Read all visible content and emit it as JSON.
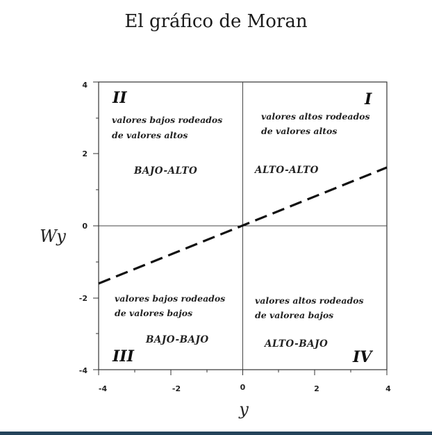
{
  "title": "El gráfico de Moran",
  "axes": {
    "x_label": "y",
    "y_label": "Wy",
    "x_ticks": [
      "-4",
      "-2",
      "0",
      "2",
      "4"
    ],
    "y_ticks": [
      "4",
      "2",
      "0",
      "-2",
      "-4"
    ]
  },
  "quadrants": {
    "q1": {
      "numeral": "I",
      "description_line1": "valores altos rodeados",
      "description_line2": "de valores altos",
      "label": "ALTO-ALTO"
    },
    "q2": {
      "numeral": "II",
      "description_line1": "valores bajos rodeados",
      "description_line2": "de valores altos",
      "label": "BAJO-ALTO"
    },
    "q3": {
      "numeral": "III",
      "description_line1": "valores bajos rodeados",
      "description_line2": "de valores bajos",
      "label": "BAJO-BAJO"
    },
    "q4": {
      "numeral": "IV",
      "description_line1": "valores altos rodeados",
      "description_line2": "de valorea bajos",
      "label": "ALTO-BAJO"
    }
  },
  "regression_line": {
    "slope": 0.4,
    "intercept": 0,
    "style": "dashed"
  },
  "colors": {
    "bottom_bar": "#24435a",
    "ink": "#222222"
  }
}
